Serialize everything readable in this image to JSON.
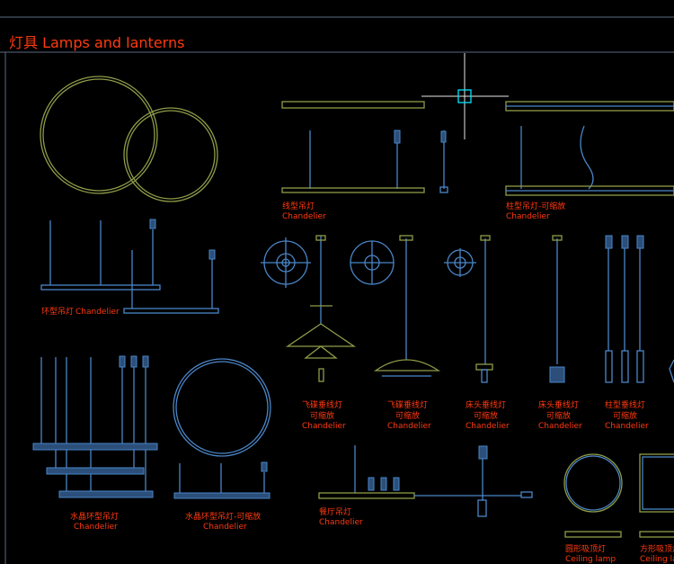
{
  "title": "灯具 Lamps and lanterns",
  "labels": {
    "linear": {
      "cn": "线型吊灯",
      "en": "Chandelier"
    },
    "column": {
      "cn": "柱型吊灯-可缩放",
      "en": "Chandelier"
    },
    "ring": {
      "cn": "环型吊灯",
      "en": "Chandelier"
    },
    "ufo1": {
      "cn": "飞碟垂线灯",
      "cn2": "可缩放",
      "en": "Chandelier"
    },
    "ufo2": {
      "cn": "飞碟垂线灯",
      "cn2": "可缩放",
      "en": "Chandelier"
    },
    "bed1": {
      "cn": "床头垂线灯",
      "cn2": "可缩放",
      "en": "Chandelier"
    },
    "bed2": {
      "cn": "床头垂线灯",
      "cn2": "可缩放",
      "en": "Chandelier"
    },
    "colpend": {
      "cn": "柱型垂线灯",
      "cn2": "可缩放",
      "en": "Chandelier"
    },
    "crystal": {
      "cn": "水晶环型吊灯",
      "en": "Chandelier"
    },
    "crystal2": {
      "cn": "水晶环型吊灯-可缩放",
      "en": "Chandelier"
    },
    "dining": {
      "cn": "餐厅吊灯",
      "en": "Chandelier"
    },
    "round_ceiling": {
      "cn": "圆形吸顶灯",
      "en": "Ceiling lamp"
    },
    "square_ceiling": {
      "cn": "方形吸顶灯",
      "en": "Ceiling la"
    }
  },
  "colors": {
    "text": "#ff3a10",
    "line_yellow": "#8f9c48",
    "line_blue": "#4a86c8",
    "cursor": "#00e5ff"
  }
}
